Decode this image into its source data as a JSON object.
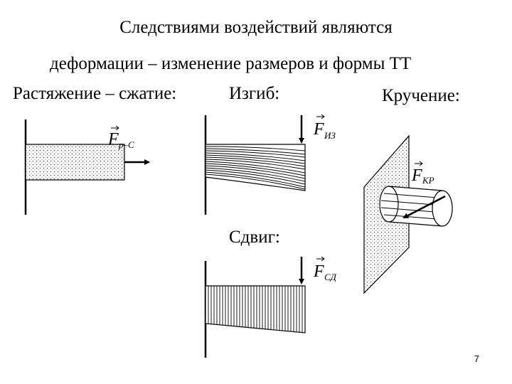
{
  "slide": {
    "title_line1": "Следствиями воздействий являются",
    "title_line2": "деформации – изменение размеров и формы ТТ",
    "page_number": "7"
  },
  "sections": {
    "tension": "Растяжение – сжатие:",
    "bending": "Изгиб:",
    "torsion": "Кручение:",
    "shear": "Сдвиг:"
  },
  "forces": {
    "tension": {
      "symbol": "F",
      "subscript": "р–С"
    },
    "bending": {
      "symbol": "F",
      "subscript": "ИЗ"
    },
    "shear": {
      "symbol": "F",
      "subscript": "СД"
    },
    "torsion": {
      "symbol": "F",
      "subscript": "КР"
    }
  }
}
